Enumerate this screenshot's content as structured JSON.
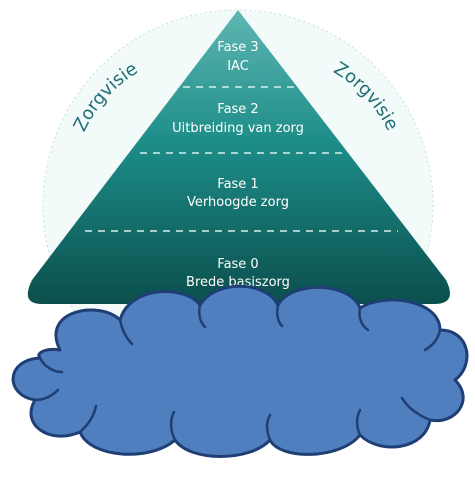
{
  "diagram": {
    "vision_left": "Zorgvisie",
    "vision_right": "Zorgvisie",
    "phases": [
      {
        "phase": "Fase 3",
        "desc": "IAC"
      },
      {
        "phase": "Fase 2",
        "desc": "Uitbreiding van zorg"
      },
      {
        "phase": "Fase 1",
        "desc": "Verhoogde zorg"
      },
      {
        "phase": "Fase 0",
        "desc": "Brede basiszorg"
      }
    ]
  },
  "colors": {
    "pyramid_top": "#5fb6b2",
    "pyramid_mid": "#1d8d88",
    "pyramid_bottom": "#0b4f4d",
    "circle_fill": "#f2fafa",
    "circle_stroke": "#bfe1e1",
    "vision_text": "#1f6f76",
    "cloud_fill": "#4f7fbf",
    "cloud_stroke": "#1f3f74"
  }
}
